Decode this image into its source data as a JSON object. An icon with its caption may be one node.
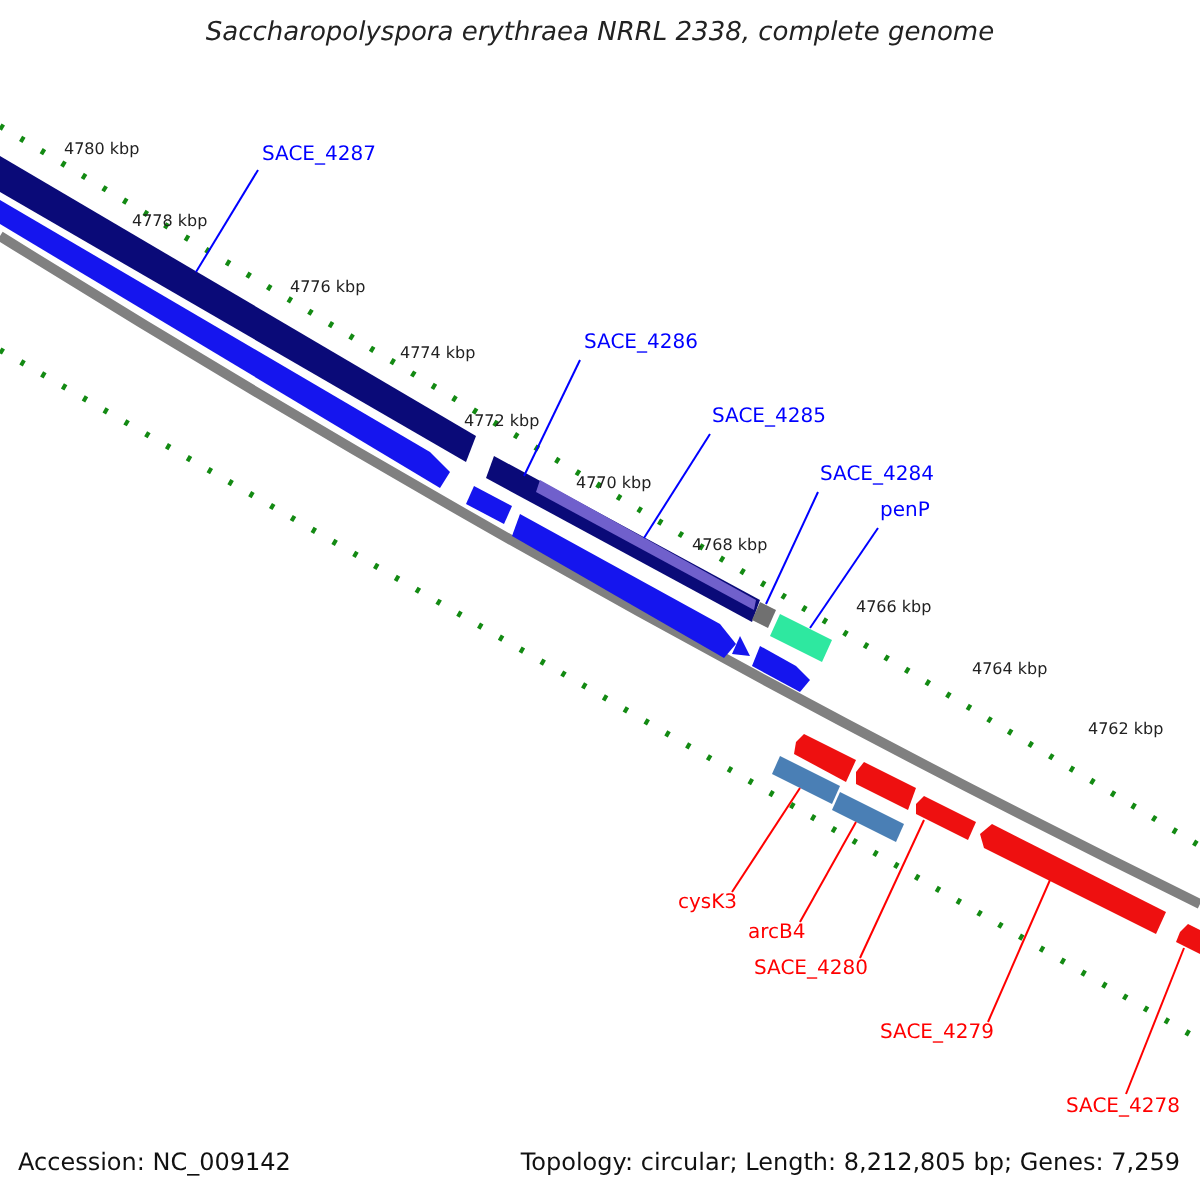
{
  "diagram": {
    "title": "Saccharopolyspora erythraea NRRL 2338, complete genome",
    "nodes": [
      {
        "text": [
          "SACE_4287"
        ]
      },
      {
        "text": [],
        "shape": "bar"
      },
      {
        "text": [
          "SACE_4286"
        ]
      },
      {
        "text": [],
        "shape": "bar"
      },
      {
        "text": [
          "SACE_4285"
        ]
      },
      {
        "text": [],
        "shape": "bar",
        "in": 3
      },
      {
        "text": [
          "SACE_4284"
        ]
      },
      {
        "text": [],
        "shape": "bar"
      },
      {
        "text": [
          "penP"
        ]
      },
      {
        "text": [],
        "shape": "bar"
      },
      {
        "text": [
          "cysK3"
        ]
      },
      {
        "text": [],
        "shape": "bar"
      },
      {
        "text": [
          "arcB4"
        ]
      },
      {
        "text": [],
        "shape": "bar"
      },
      {
        "text": [
          "SACE_4280"
        ]
      },
      {
        "text": [],
        "shape": "bar"
      },
      {
        "text": [
          "SACE_4279"
        ]
      },
      {
        "text": [],
        "shape": "bar"
      },
      {
        "text": [
          "SACE_4278"
        ]
      },
      {
        "text": [],
        "shape": "bar"
      },
      {
        "text": [],
        "shape": "bar"
      },
      {
        "text": [],
        "shape": "bar"
      },
      {
        "text": [],
        "shape": "bar"
      },
      {
        "text": [],
        "shape": "bar"
      },
      {
        "text": [],
        "shape": "bar"
      },
      {
        "text": [],
        "shape": "bar"
      },
      {
        "text": [],
        "shape": "bar"
      }
    ],
    "edges": [
      {
        "from": 0,
        "to": 1,
        "arrow": "none"
      },
      {
        "from": 2,
        "to": 3,
        "arrow": "none"
      },
      {
        "from": 4,
        "to": 5,
        "arrow": "none"
      },
      {
        "from": 6,
        "to": 7,
        "arrow": "none"
      },
      {
        "from": 8,
        "to": 9,
        "arrow": "none"
      },
      {
        "from": 10,
        "to": 11,
        "arrow": "none",
        "color": "#ff0000"
      },
      {
        "from": 12,
        "to": 13,
        "arrow": "none",
        "color": "#ff0000"
      },
      {
        "from": 14,
        "to": 15,
        "arrow": "none",
        "color": "#ff0000"
      },
      {
        "from": 16,
        "to": 17,
        "arrow": "none",
        "color": "#ff0000"
      },
      {
        "from": 18,
        "to": 19,
        "arrow": "none",
        "color": "#ff0000"
      }
    ],
    "labels": [
      "4780 kbp",
      "4778 kbp",
      "4776 kbp",
      "4774 kbp",
      "4772 kbp",
      "4770 kbp",
      "4768 kbp",
      "4766 kbp",
      "4764 kbp",
      "4762 kbp",
      "Accession: NC_009142",
      "Topology: circular; Length: 8,212,805 bp; Genes: 7,259"
    ]
  }
}
